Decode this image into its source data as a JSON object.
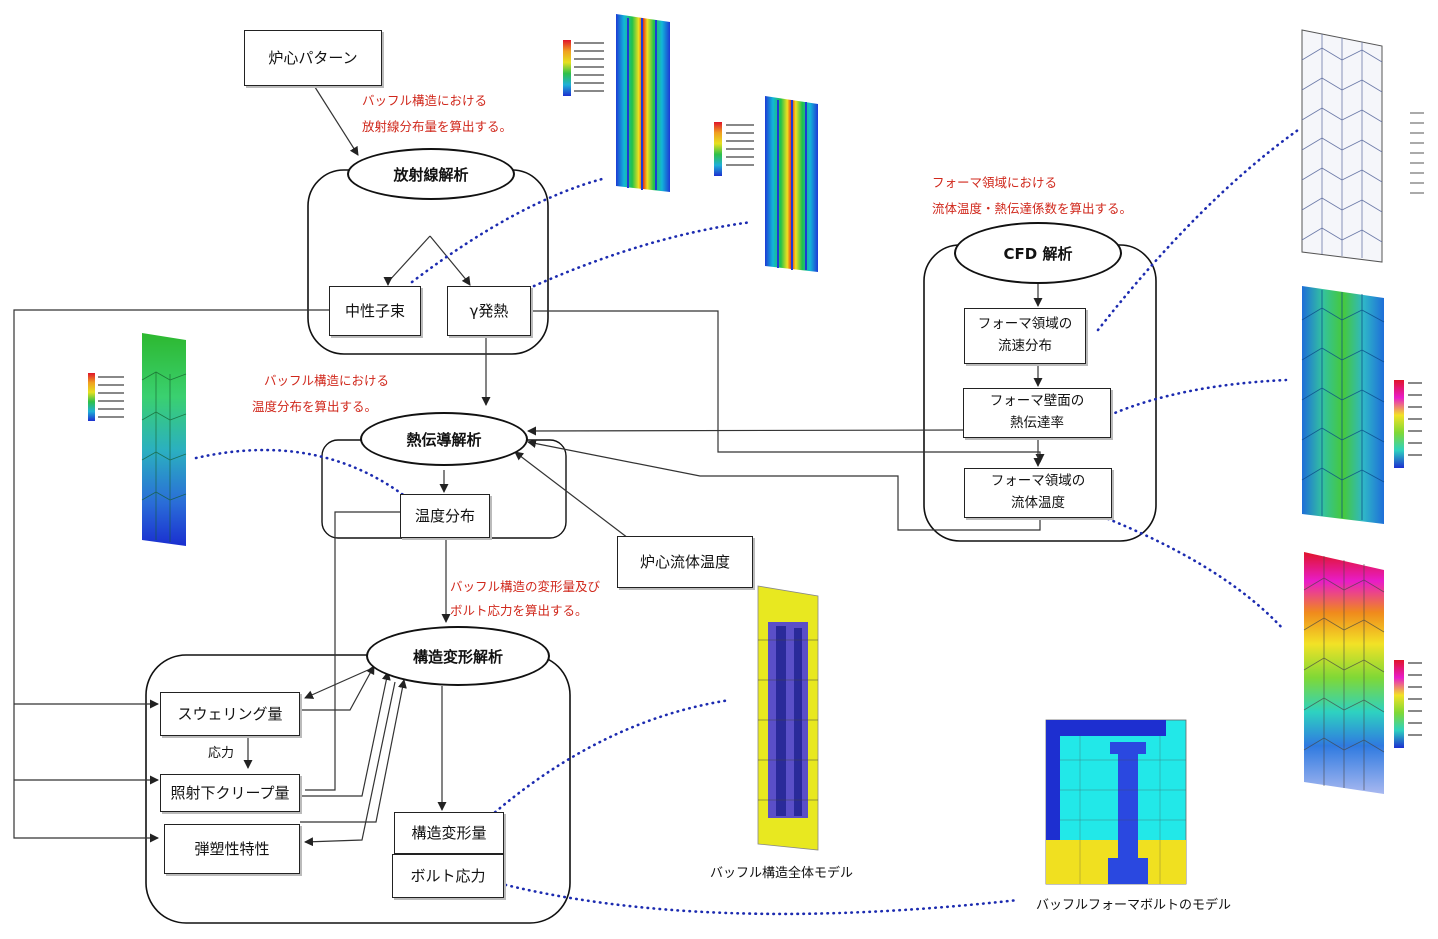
{
  "nodes": {
    "core_pattern": "炉心パターン",
    "radiation_analysis": "放射線解析",
    "neutron_flux": "中性子束",
    "gamma_heating": "γ発熱",
    "heat_conduction": "熱伝導解析",
    "temperature_dist": "温度分布",
    "core_fluid_temp": "炉心流体温度",
    "structural_analysis": "構造変形解析",
    "swelling": "スウェリング量",
    "stress_label": "応力",
    "irradiation_creep": "照射下クリープ量",
    "elastoplastic": "弾塑性特性",
    "structural_deformation": "構造変形量",
    "bolt_stress": "ボルト応力",
    "cfd_analysis": "CFD 解析",
    "former_velocity_l1": "フォーマ領域の",
    "former_velocity_l2": "流速分布",
    "former_htc_l1": "フォーマ壁面の",
    "former_htc_l2": "熱伝達率",
    "former_temp_l1": "フォーマ領域の",
    "former_temp_l2": "流体温度"
  },
  "notes": {
    "radiation_l1": "バッフル構造における",
    "radiation_l2": "放射線分布量を算出する。",
    "temperature_l1": "バッフル構造における",
    "temperature_l2": "温度分布を算出する。",
    "deformation_l1": "バッフル構造の変形量及び",
    "deformation_l2": "ボルト応力を算出する。",
    "cfd_l1": "フォーマ領域における",
    "cfd_l2": "流体温度・熱伝達係数を算出する。"
  },
  "captions": {
    "baffle_model": "バッフル構造全体モデル",
    "bolt_model": "バッフルフォーマボルトのモデル"
  },
  "colors": {
    "note_red": "#d0281c",
    "dotted_link": "#1c2bb0",
    "line": "#333333"
  }
}
